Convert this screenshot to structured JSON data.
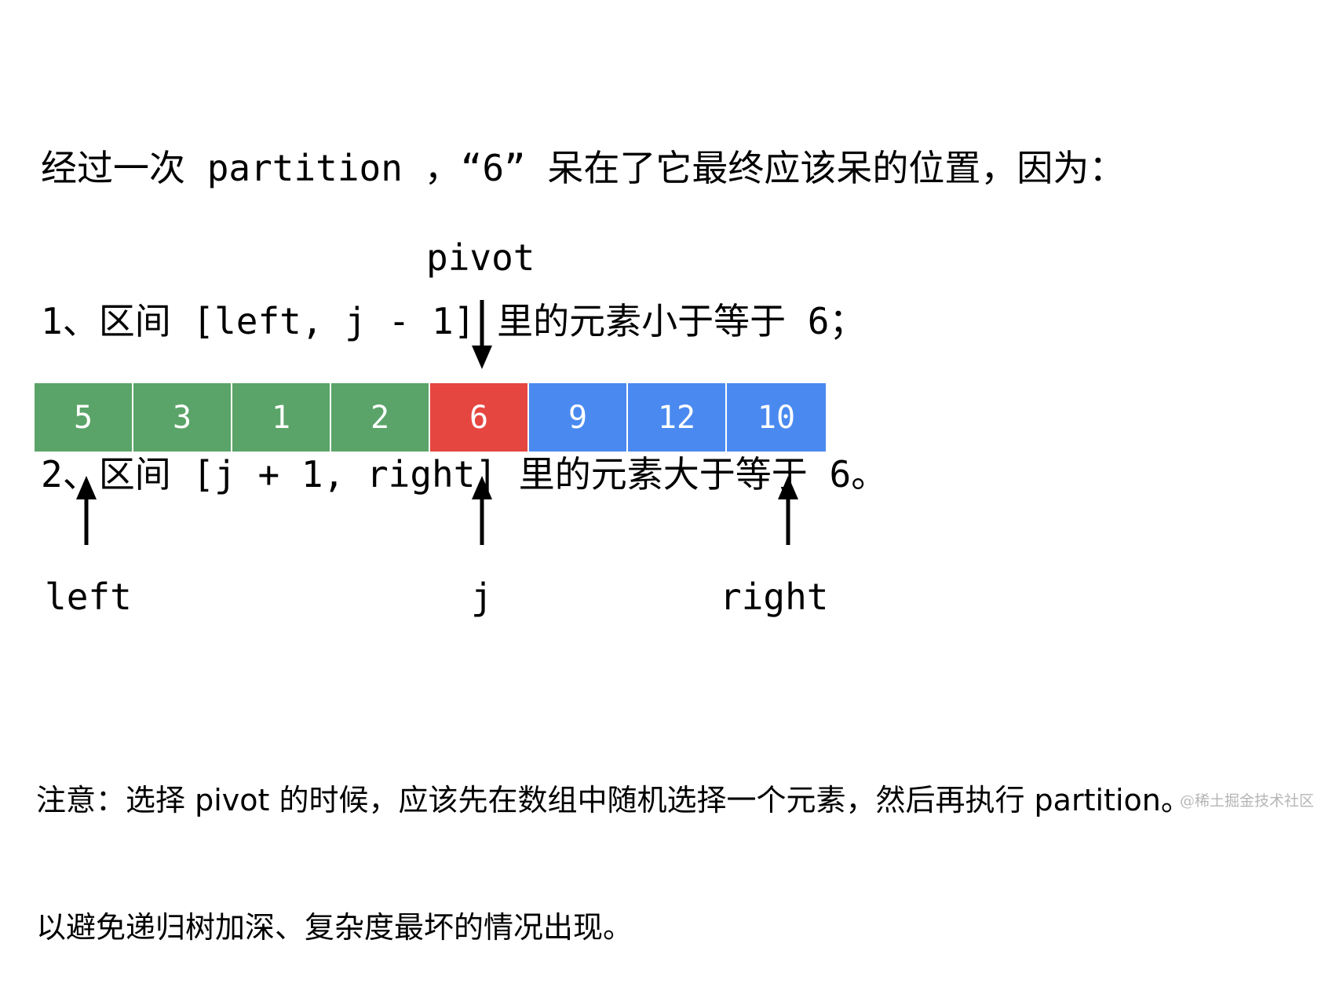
{
  "intro": {
    "line1": "经过一次 partition ，“6” 呆在了它最终应该呆的位置，因为：",
    "line2": "1、区间 [left, j - 1] 里的元素小于等于 6；",
    "line3": "2、区间 [j + 1, right] 里的元素大于等于 6。"
  },
  "pivot_label": "pivot",
  "array": {
    "cells": [
      {
        "value": "5",
        "color": "#5aa469"
      },
      {
        "value": "3",
        "color": "#5aa469"
      },
      {
        "value": "1",
        "color": "#5aa469"
      },
      {
        "value": "2",
        "color": "#5aa469"
      },
      {
        "value": "6",
        "color": "#e5463f"
      },
      {
        "value": "9",
        "color": "#4a8af0"
      },
      {
        "value": "12",
        "color": "#4a8af0"
      },
      {
        "value": "10",
        "color": "#4a8af0"
      }
    ]
  },
  "pointers": {
    "left": "left",
    "j": "j",
    "right": "right"
  },
  "note": {
    "line1": "注意：选择 pivot 的时候，应该先在数组中随机选择一个元素，然后再执行 partition。",
    "line2": "以避免递归树加深、复杂度最坏的情况出现。"
  },
  "watermark": "@稀土掘金技术社区"
}
